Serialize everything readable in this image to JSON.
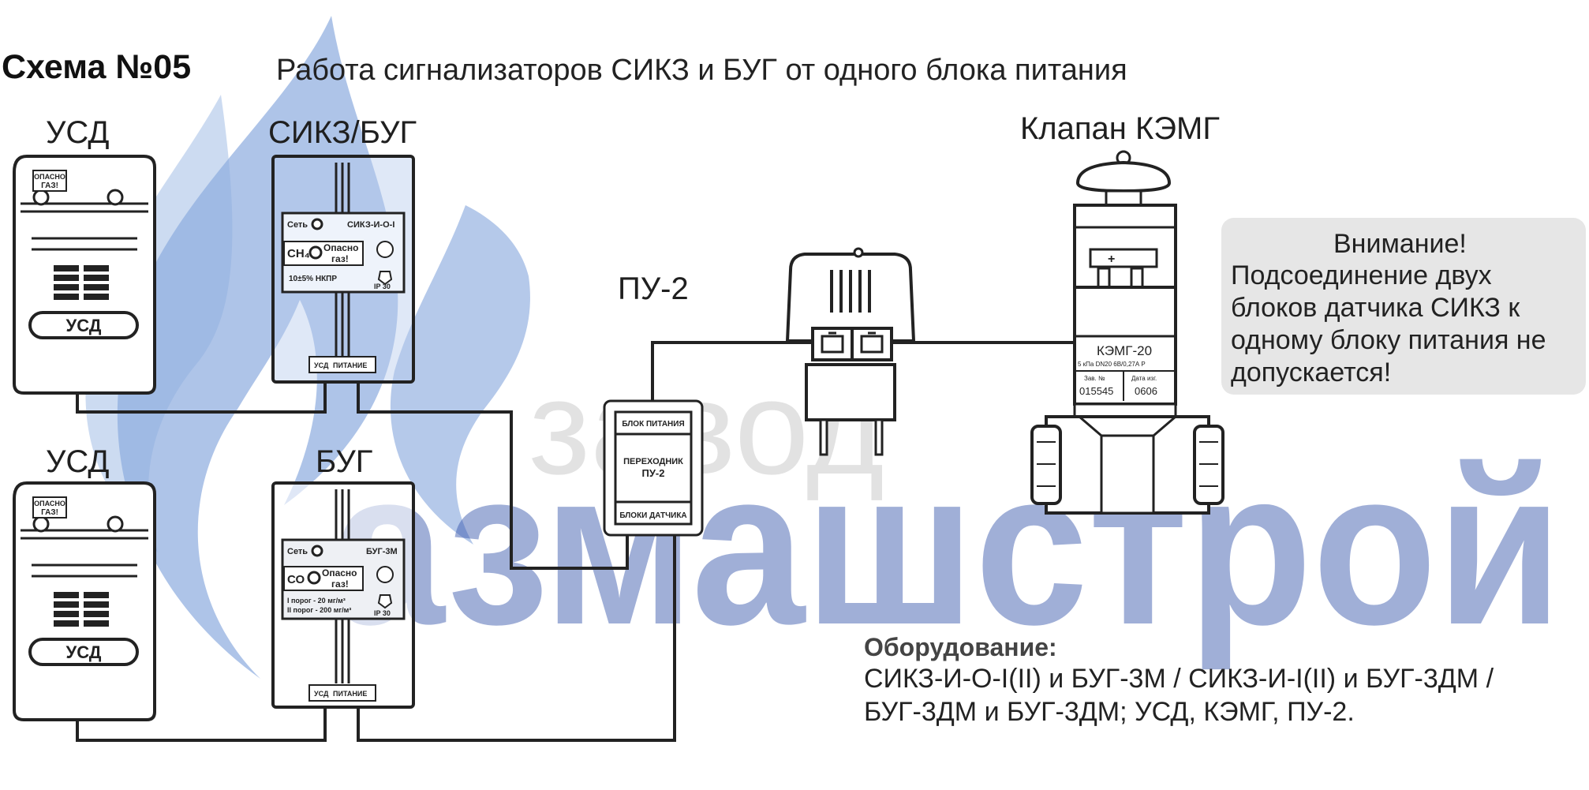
{
  "header": {
    "scheme_number": "Схема №05",
    "title": "Работа сигнализаторов СИКЗ и БУГ от одного блока питания"
  },
  "labels": {
    "usd_top": "УСД",
    "sikz_bug": "СИКЗ/БУГ",
    "usd_bottom": "УСД",
    "bug": "БУГ",
    "pu2": "ПУ-2",
    "valve": "Клапан КЭМГ"
  },
  "usd_device": {
    "danger_line1": "ОПАСНО",
    "danger_line2": "ГАЗ!",
    "plate": "УСД"
  },
  "sikz_device": {
    "network": "Сеть",
    "model": "СИКЗ-И-О-I",
    "gas": "CH₄",
    "danger": "Опасно",
    "danger2": "газ!",
    "threshold": "10±5% НКПР",
    "ip": "IP 30",
    "port_usd": "УСД",
    "port_power": "ПИТАНИЕ"
  },
  "bug_device": {
    "network": "Сеть",
    "model": "БУГ-3М",
    "gas": "СО",
    "danger": "Опасно",
    "danger2": "газ!",
    "threshold1": "I  порог - 20  мг/м³",
    "threshold2": "II порог - 200 мг/м³",
    "ip": "IP 30",
    "port_usd": "УСД",
    "port_power": "ПИТАНИЕ"
  },
  "pu2_adapter": {
    "top": "БЛОК ПИТАНИЯ",
    "middle1": "ПЕРЕХОДНИК",
    "middle2": "ПУ-2",
    "bottom": "БЛОКИ ДАТЧИКА"
  },
  "valve_device": {
    "plus": "+",
    "model": "КЭМГ-20",
    "specs": "5 кПа  DN20  6В/0,27А Р",
    "serial_label": "Зав. №",
    "serial": "015545",
    "date_label": "Дата изг.",
    "date": "0606"
  },
  "warning": {
    "heading": "Внимание!",
    "line1": "Подсоединение двух",
    "line2": "блоков датчика СИКЗ к",
    "line3": "одному блоку питания не",
    "line4": "допускается!"
  },
  "equipment": {
    "heading": "Оборудование:",
    "line1": "СИКЗ-И-О-I(II) и БУГ-3М / СИКЗ-И-I(II) и БУГ-3ДМ /",
    "line2": "БУГ-3ДМ и БУГ-3ДМ; УСД, КЭМГ, ПУ-2."
  },
  "watermark": {
    "line1": "завод",
    "line2": "азмашстрой"
  },
  "colors": {
    "flame_blue": "#4a78c2",
    "flame_light": "#8fb0e0",
    "watermark_text": "#2f4fa8",
    "watermark_gray": "#9a9a9a",
    "line": "#222222",
    "warning_bg": "#e6e6e6"
  }
}
